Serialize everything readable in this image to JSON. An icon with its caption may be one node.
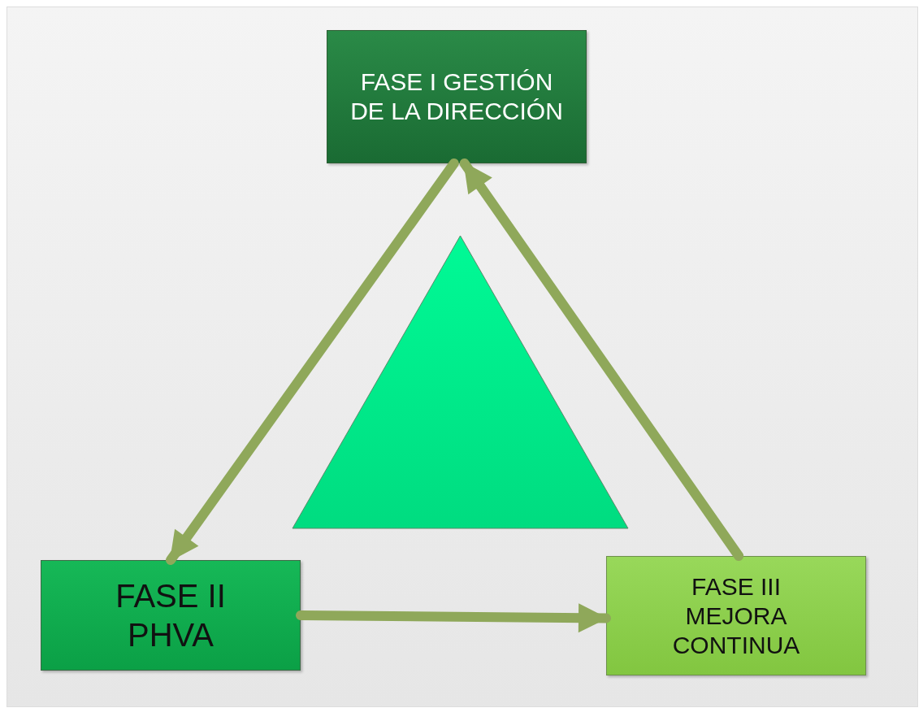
{
  "diagram": {
    "nodes": [
      {
        "text": [
          "FASE I GESTIÓN DE LA DIRECCIÓN"
        ]
      },
      {
        "text": [
          "FASE II PHVA"
        ]
      },
      {
        "text": [
          "FASE III MEJORA CONTINUA"
        ]
      },
      {
        "text": [],
        "shape": "triangle"
      }
    ],
    "edges": [
      {
        "from": 0,
        "to": 1,
        "arrow": "to"
      },
      {
        "from": 1,
        "to": 2,
        "arrow": "to"
      },
      {
        "from": 2,
        "to": 0,
        "arrow": "to"
      }
    ]
  }
}
